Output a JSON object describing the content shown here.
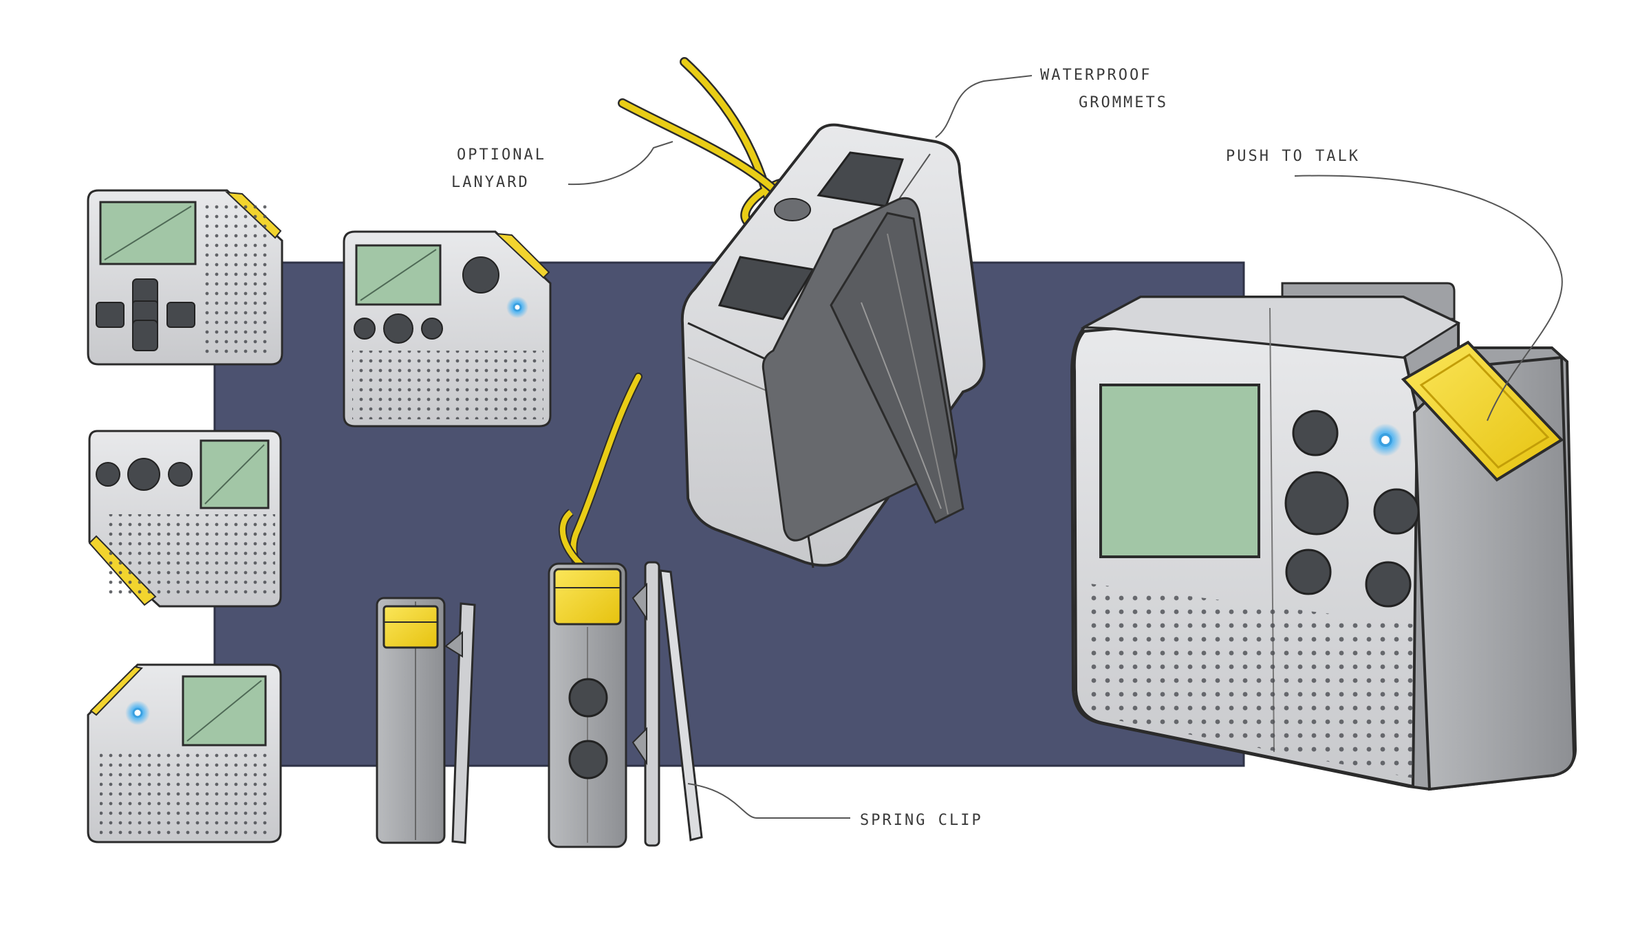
{
  "colors": {
    "backdrop": "#4c5270",
    "body_light": "#d4d5d8",
    "body_side": "#a9abaf",
    "body_dark": "#67696d",
    "screen": "#a2c6a6",
    "button": "#46494d",
    "accent_yellow": "#f2d42e",
    "led_blue": "#5ab8f2",
    "cord_yellow": "#e9cd16"
  },
  "callouts": {
    "lanyard": [
      "OPTIONAL",
      "LANYARD"
    ],
    "grommets": [
      "WATERPROOF",
      "GROMMETS"
    ],
    "push_to_talk": "PUSH TO TALK",
    "spring_clip": "SPRING CLIP"
  }
}
